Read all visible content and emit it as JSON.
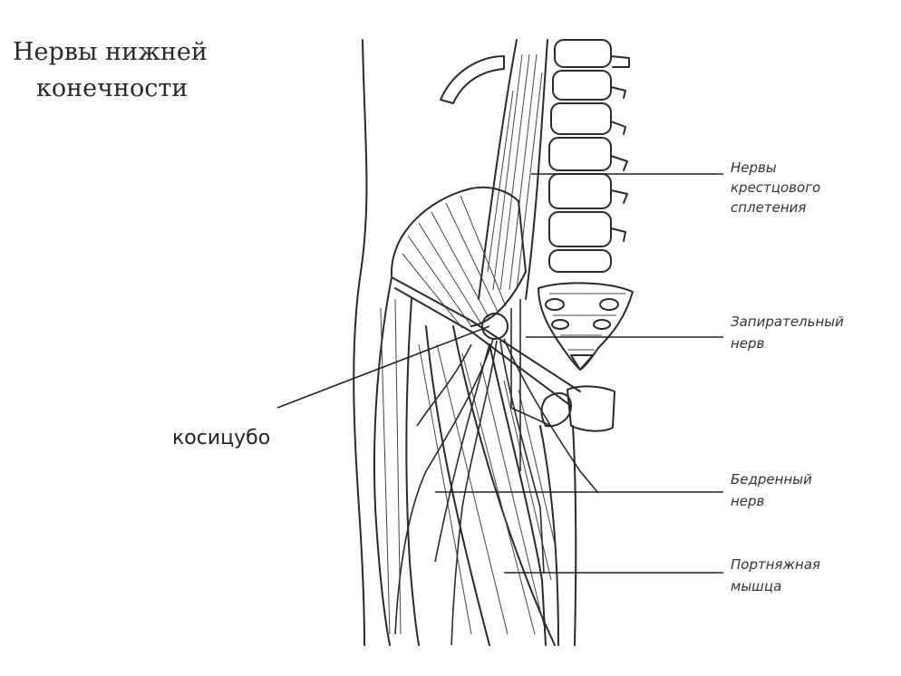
{
  "title": {
    "line1": "Нервы нижней",
    "line2": "конечности"
  },
  "labels": {
    "sacral_line1": "Нервы",
    "sacral_line2": "крестцового",
    "sacral_line3": "сплетения",
    "obturator_line1": "Запирательный",
    "obturator_line2": "нерв",
    "femoral_line1": "Бедренный",
    "femoral_line2": "нерв",
    "sartorius_line1": "Портняжная",
    "sartorius_line2": "мышца",
    "pointer": "косицубо"
  },
  "colors": {
    "ink": "#2a2a2a",
    "paper": "#ffffff"
  }
}
